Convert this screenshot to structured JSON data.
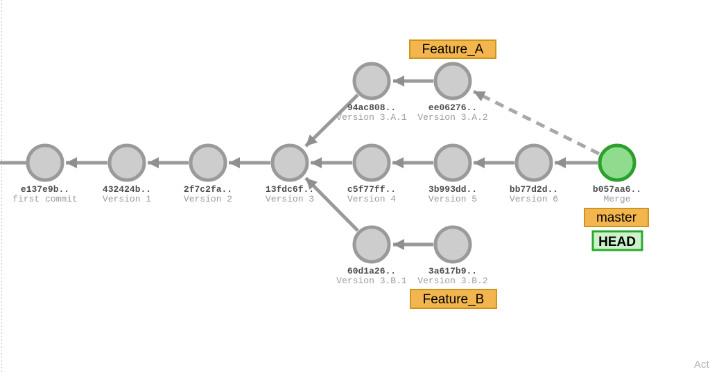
{
  "diagram": {
    "commits": [
      {
        "hash": "e137e9b..",
        "message": "first commit"
      },
      {
        "hash": "432424b..",
        "message": "Version 1"
      },
      {
        "hash": "2f7c2fa..",
        "message": "Version 2"
      },
      {
        "hash": "13fdc6f..",
        "message": "Version 3"
      },
      {
        "hash": "c5f77ff..",
        "message": "Version 4"
      },
      {
        "hash": "3b993dd..",
        "message": "Version 5"
      },
      {
        "hash": "bb77d2d..",
        "message": "Version 6"
      },
      {
        "hash": "b057aa6..",
        "message": "Merge"
      },
      {
        "hash": "94ac808..",
        "message": "Version 3.A.1"
      },
      {
        "hash": "ee06276..",
        "message": "Version 3.A.2"
      },
      {
        "hash": "60d1a26..",
        "message": "Version 3.B.1"
      },
      {
        "hash": "3a617b9..",
        "message": "Version 3.B.2"
      }
    ],
    "tags": {
      "feature_a": "Feature_A",
      "feature_b": "Feature_B",
      "master": "master",
      "head": "HEAD"
    },
    "watermark": "Act"
  },
  "colors": {
    "commit_fill": "#cdcdcd",
    "commit_stroke": "#9a9a9a",
    "merge_fill": "#8fdc8f",
    "merge_stroke": "#2ca02c",
    "edge": "#9a9a9a",
    "arrowhead": "#8f8f8f",
    "dashed_edge": "#a8a8a8",
    "hash_text": "#4d4d4d",
    "message_text": "#9a9a9a",
    "tag_fill": "#f3b64f",
    "tag_stroke": "#ce951b",
    "tag_text": "#000000",
    "head_fill": "#ccf2cc",
    "head_stroke": "#2ba82b",
    "watermark_text": "#b5b5b5"
  }
}
